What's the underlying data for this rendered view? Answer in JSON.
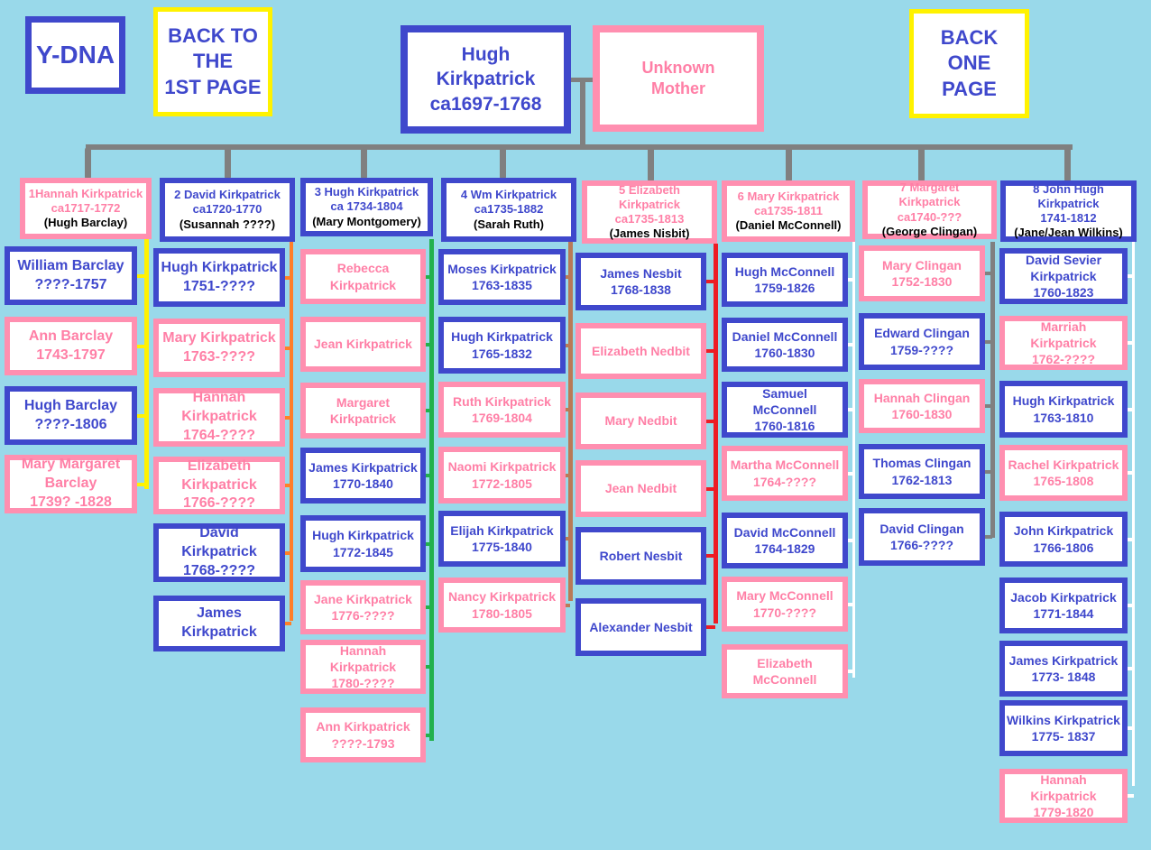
{
  "nav": {
    "ydna": "Y-DNA",
    "back_first": "BACK TO THE",
    "back_first2": "1ST PAGE",
    "back_one": "BACK ONE PAGE"
  },
  "root": {
    "name": "Hugh Kirkpatrick",
    "dates": "ca1697-1768",
    "mother": "Unknown Mother"
  },
  "colors": {
    "male": "#3f48cc",
    "female": "#ff8fb0",
    "background": "#99d9ea",
    "connector": "#808080"
  },
  "families": [
    {
      "parent": {
        "name": "1Hannah Kirkpatrick",
        "dates": "ca1717-1772",
        "spouse": "(Hugh Barclay)"
      },
      "children": [
        {
          "name": "William Barclay",
          "dates": "????-1757"
        },
        {
          "name": "Ann Barclay",
          "dates": "1743-1797"
        },
        {
          "name": "Hugh Barclay",
          "dates": "????-1806"
        },
        {
          "name": "Mary Margaret Barclay",
          "dates": "1739? -1828"
        }
      ]
    },
    {
      "parent": {
        "name": "2 David Kirkpatrick",
        "dates": "ca1720-1770",
        "spouse": "(Susannah ????)"
      },
      "children": [
        {
          "name": "Hugh Kirkpatrick",
          "dates": "1751-????"
        },
        {
          "name": "Mary Kirkpatrick",
          "dates": "1763-????"
        },
        {
          "name": "Hannah Kirkpatrick",
          "dates": "1764-????"
        },
        {
          "name": "Elizabeth Kirkpatrick",
          "dates": "1766-????"
        },
        {
          "name": "David Kirkpatrick",
          "dates": "1768-????"
        },
        {
          "name": "James Kirkpatrick",
          "dates": ""
        }
      ]
    },
    {
      "parent": {
        "name": "3 Hugh Kirkpatrick",
        "dates": "ca 1734-1804",
        "spouse": "(Mary Montgomery)"
      },
      "children": [
        {
          "name": "Rebecca Kirkpatrick",
          "dates": ""
        },
        {
          "name": "Jean Kirkpatrick",
          "dates": ""
        },
        {
          "name": "Margaret Kirkpatrick",
          "dates": ""
        },
        {
          "name": "James Kirkpatrick",
          "dates": "1770-1840"
        },
        {
          "name": "Hugh Kirkpatrick",
          "dates": "1772-1845"
        },
        {
          "name": "Jane Kirkpatrick",
          "dates": "1776-????"
        },
        {
          "name": "Hannah Kirkpatrick",
          "dates": "1780-????"
        },
        {
          "name": "Ann Kirkpatrick",
          "dates": "????-1793"
        }
      ]
    },
    {
      "parent": {
        "name": "4 Wm Kirkpatrick",
        "dates": "ca1735-1882",
        "spouse": "(Sarah Ruth)"
      },
      "children": [
        {
          "name": "Moses Kirkpatrick",
          "dates": "1763-1835"
        },
        {
          "name": "Hugh Kirkpatrick",
          "dates": "1765-1832"
        },
        {
          "name": "Ruth Kirkpatrick",
          "dates": "1769-1804"
        },
        {
          "name": "Naomi Kirkpatrick",
          "dates": "1772-1805"
        },
        {
          "name": "Elijah Kirkpatrick",
          "dates": "1775-1840"
        },
        {
          "name": "Nancy Kirkpatrick",
          "dates": "1780-1805"
        }
      ]
    },
    {
      "parent": {
        "name": "5 Elizabeth Kirkpatrick",
        "dates": "ca1735-1813",
        "spouse": "(James Nisbit)"
      },
      "children": [
        {
          "name": "James  Nesbit",
          "dates": "1768-1838"
        },
        {
          "name": "Elizabeth  Nedbit",
          "dates": ""
        },
        {
          "name": "Mary  Nedbit",
          "dates": ""
        },
        {
          "name": "Jean  Nedbit",
          "dates": ""
        },
        {
          "name": "Robert Nesbit",
          "dates": ""
        },
        {
          "name": "Alexander  Nesbit",
          "dates": ""
        }
      ]
    },
    {
      "parent": {
        "name": "6 Mary Kirkpatrick",
        "dates": "ca1735-1811",
        "spouse": "(Daniel McConnell)"
      },
      "children": [
        {
          "name": "Hugh McConnell",
          "dates": "1759-1826"
        },
        {
          "name": "Daniel McConnell",
          "dates": "1760-1830"
        },
        {
          "name": "Samuel McConnell",
          "dates": "1760-1816"
        },
        {
          "name": "Martha McConnell",
          "dates": "1764-????"
        },
        {
          "name": "David McConnell",
          "dates": "1764-1829"
        },
        {
          "name": "Mary McConnell",
          "dates": "1770-????"
        },
        {
          "name": "Elizabeth McConnell",
          "dates": ""
        }
      ]
    },
    {
      "parent": {
        "name": "7 Margaret Kirkpatrick",
        "dates": "ca1740-???",
        "spouse": "(George Clingan)"
      },
      "children": [
        {
          "name": "Mary  Clingan",
          "dates": "1752-1830"
        },
        {
          "name": "Edward Clingan",
          "dates": "1759-????"
        },
        {
          "name": "Hannah Clingan",
          "dates": "1760-1830"
        },
        {
          "name": "Thomas Clingan",
          "dates": "1762-1813"
        },
        {
          "name": "David Clingan",
          "dates": "1766-????"
        }
      ]
    },
    {
      "parent": {
        "name": "8 John Hugh Kirkpatrick",
        "dates": "1741-1812",
        "spouse": "(Jane/Jean Wilkins)"
      },
      "children": [
        {
          "name": "David Sevier Kirkpatrick",
          "dates": "1760-1823"
        },
        {
          "name": "Marriah Kirkpatrick",
          "dates": "1762-????"
        },
        {
          "name": "Hugh Kirkpatrick",
          "dates": "1763-1810"
        },
        {
          "name": "Rachel Kirkpatrick",
          "dates": "1765-1808"
        },
        {
          "name": "John Kirkpatrick",
          "dates": "1766-1806"
        },
        {
          "name": "Jacob Kirkpatrick",
          "dates": "1771-1844"
        },
        {
          "name": "James Kirkpatrick",
          "dates": "1773- 1848"
        },
        {
          "name": "Wilkins Kirkpatrick",
          "dates": "1775- 1837"
        },
        {
          "name": "Hannah Kirkpatrick",
          "dates": "1779-1820"
        }
      ]
    }
  ]
}
